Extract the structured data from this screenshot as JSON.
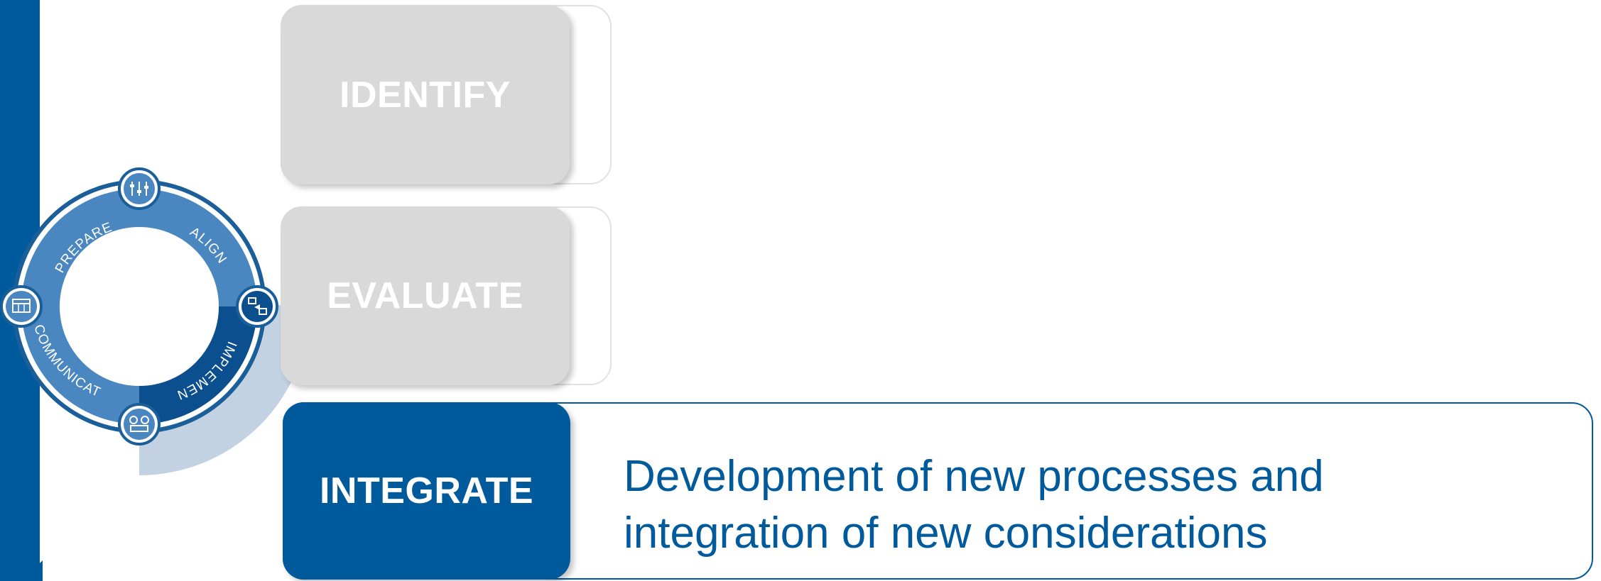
{
  "colors": {
    "brand_blue": "#005a9c",
    "inactive_grey": "#d9d9d9",
    "light_blue": "#a8bfd6"
  },
  "cycle": {
    "segments": [
      "PREPARE",
      "ALIGN",
      "IMPLEMENT",
      "COMMUNICATE"
    ],
    "active_segment": "IMPLEMENT",
    "icons": [
      "sliders-icon",
      "flowchart-icon",
      "gears-icon",
      "calendar-board-icon"
    ]
  },
  "steps": [
    {
      "label": "IDENTIFY",
      "state": "inactive"
    },
    {
      "label": "EVALUATE",
      "state": "inactive"
    },
    {
      "label": "INTEGRATE",
      "state": "active"
    }
  ],
  "active_step": {
    "description_line1": "Development of new processes and",
    "description_line2": "integration of new considerations"
  }
}
